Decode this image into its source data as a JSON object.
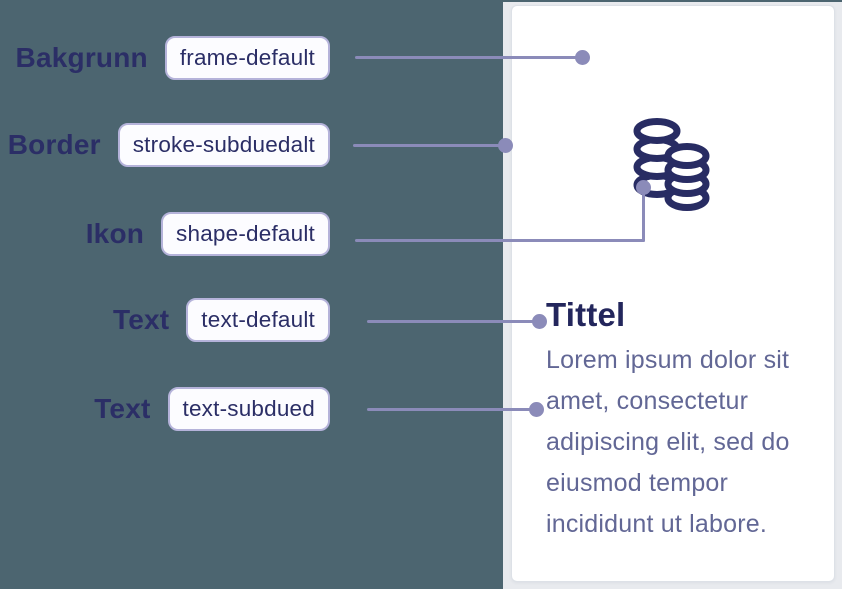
{
  "figure": {
    "kind": "design-token-annotation-diagram",
    "left_background": "#4C6570",
    "right_background": "#E8EAEE"
  },
  "card": {
    "title": "Tittel",
    "body_lines": [
      "Lorem ipsum dolor sit",
      "amet, consectetur",
      "adipiscing elit, sed do",
      "eiusmod tempor",
      "incididunt ut labore."
    ],
    "icon": "coin-stack-icon",
    "background": "#FFFFFF",
    "border_color": "#DDE1E7"
  },
  "annotations": [
    {
      "label": "Bakgrunn",
      "token": "frame-default",
      "points_to": "card-background"
    },
    {
      "label": "Border",
      "token": "stroke-subduedalt",
      "points_to": "card-border"
    },
    {
      "label": "Ikon",
      "token": "shape-default",
      "points_to": "card-icon"
    },
    {
      "label": "Text",
      "token": "text-default",
      "points_to": "card-title"
    },
    {
      "label": "Text",
      "token": "text-subdued",
      "points_to": "card-body-text"
    }
  ],
  "colors": {
    "navy": "#2B2E66",
    "title_text": "#23265C",
    "subdued_text": "#626795",
    "connector": "#8B8BB9",
    "badge_border": "#B5B3DA",
    "badge_background": "#FCFCFF"
  }
}
